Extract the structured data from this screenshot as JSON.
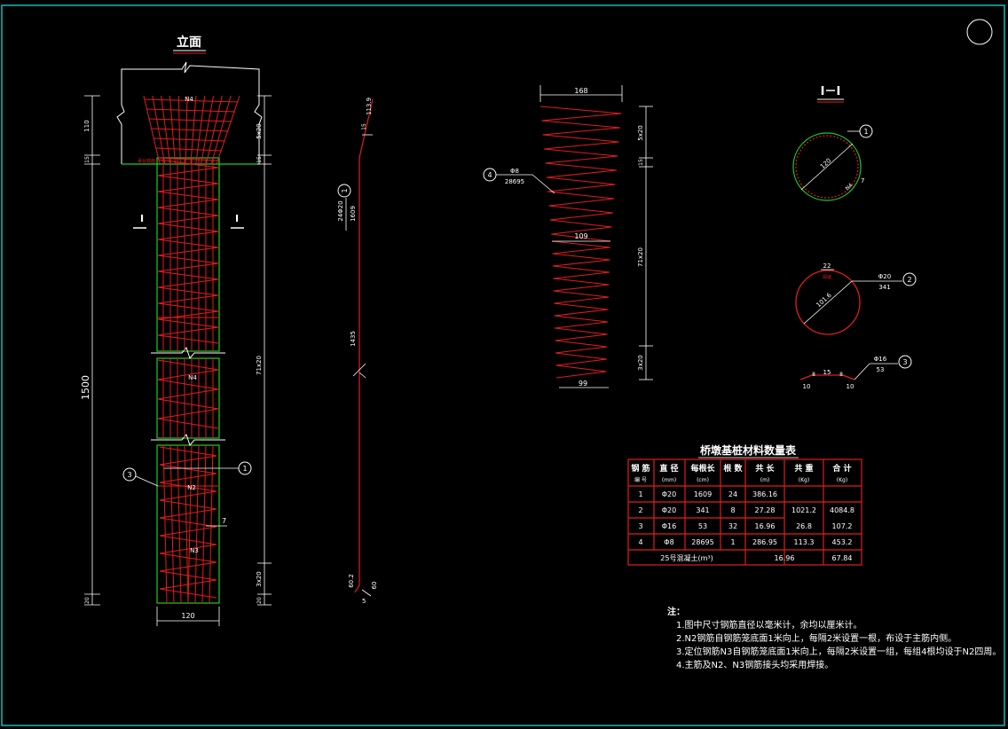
{
  "colors": {
    "background": "#000000",
    "frame": "#19b9b9",
    "rebar": "#e11e1e",
    "outline": "#22cc22",
    "text": "#ffffff",
    "table": "#e11e1e"
  },
  "elevation": {
    "title": "立面",
    "section_mark": "I",
    "labels": {
      "n4_top": "N4",
      "n4_mid": "N4",
      "n2": "N2",
      "n3": "N3",
      "ground": "承台底面"
    },
    "dims_left": {
      "top": "110",
      "small": "15",
      "total": "1500",
      "bottom": "20"
    },
    "dims_right": {
      "top": "5x20",
      "small": "15",
      "mid": "71x20",
      "low": "3x20",
      "bottom": "20"
    },
    "width": "120",
    "leader_a": "3",
    "leader_b": "1",
    "spacing": "7"
  },
  "bar_n1": {
    "circle": "1",
    "spec": "24Φ20",
    "length": "1609",
    "top": "113.9",
    "top_small": "15",
    "mid": "1435",
    "bottom": "60.2",
    "angle_a": "5",
    "angle_b": "60"
  },
  "spiral": {
    "circle": "4",
    "spec": "Φ8",
    "length": "28695",
    "top_width": "168",
    "mid_width": "109",
    "bottom_width": "99",
    "dims": [
      "5x20",
      "15",
      "71x20",
      "3x20"
    ]
  },
  "section_ii": {
    "title": "I－I",
    "dia": "120",
    "label_n4": "N4",
    "c1": "1",
    "gap": "7",
    "stirrup_top": "22",
    "stirrup_note": "焊缝",
    "stirrup_dia": "101.6",
    "c2": "2",
    "c2_spec": "Φ20",
    "c2_len": "341",
    "c3": "3",
    "c3_spec": "Φ16",
    "c3_len": "53",
    "c3_a": "8",
    "c3_b": "15",
    "c3_c": "8",
    "c3_d": "10",
    "c3_e": "10"
  },
  "table": {
    "title": "桥墩基桩材料数量表",
    "headers": [
      [
        "钢 筋",
        "编 号"
      ],
      [
        "直 径",
        "(mm)"
      ],
      [
        "每根长",
        "(cm)"
      ],
      [
        "根 数",
        ""
      ],
      [
        "共 长",
        "(m)"
      ],
      [
        "共 重",
        "(Kg)"
      ],
      [
        "合 计",
        "(Kg)"
      ]
    ],
    "rows": [
      [
        "1",
        "Φ20",
        "1609",
        "24",
        "386.16"
      ],
      [
        "2",
        "Φ20",
        "341",
        "8",
        "27.28"
      ],
      [
        "3",
        "Φ16",
        "53",
        "32",
        "16.96",
        "26.8",
        "107.2"
      ],
      [
        "4",
        "Φ8",
        "28695",
        "1",
        "286.95",
        "113.3",
        "453.2"
      ]
    ],
    "merged_weight": "1021.2",
    "merged_total": "4084.8",
    "concrete_label": "25号混凝土(m³)",
    "concrete_qty": "16.96",
    "concrete_total": "67.84"
  },
  "notes": {
    "heading": "注：",
    "lines": [
      "1.图中尺寸钢筋直径以毫米计，余均以厘米计。",
      "2.N2钢筋自钢筋笼底面1米向上，每隔2米设置一根，布设于主筋内侧。",
      "3.定位钢筋N3自钢筋笼底面1米向上，每隔2米设置一组，每组4根均设于N2四周。",
      "4.主筋及N2、N3钢筋接头均采用焊接。"
    ]
  }
}
